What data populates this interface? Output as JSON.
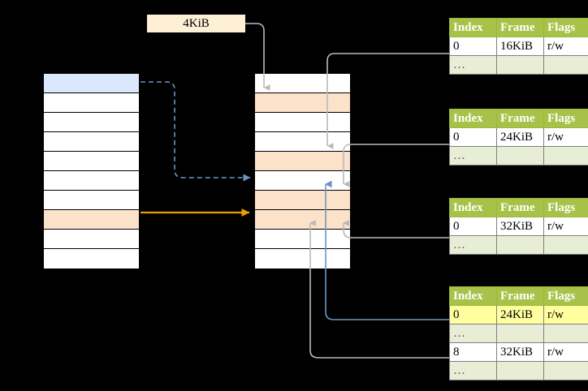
{
  "diagram": {
    "title": "multi-level page table walk",
    "size_label": {
      "text": "4KiB"
    }
  },
  "colors": {
    "header_green": "#a8c249",
    "alt_row": "#e8eed6",
    "highlight_yellow": "#ffff9e",
    "peach_row": "#fde2ca",
    "blue_row": "#dbe8fb",
    "orange_arrow": "#e8a000",
    "blue_arrow": "#5b83b8",
    "gray_arrow": "#b3b3b3"
  },
  "left_table": {
    "name": "page-directory",
    "rows": [
      {
        "label": "",
        "fill": "blue"
      },
      {
        "label": "",
        "fill": "white"
      },
      {
        "label": "",
        "fill": "white"
      },
      {
        "label": "",
        "fill": "white"
      },
      {
        "label": "",
        "fill": "white"
      },
      {
        "label": "",
        "fill": "white"
      },
      {
        "label": "",
        "fill": "white"
      },
      {
        "label": "",
        "fill": "peach"
      },
      {
        "label": "",
        "fill": "white"
      },
      {
        "label": "",
        "fill": "white"
      }
    ]
  },
  "middle_table": {
    "name": "physical-memory",
    "rows": [
      {
        "label": "",
        "fill": "white"
      },
      {
        "label": "",
        "fill": "peach"
      },
      {
        "label": "",
        "fill": "white"
      },
      {
        "label": "",
        "fill": "white"
      },
      {
        "label": "",
        "fill": "peach"
      },
      {
        "label": "",
        "fill": "white"
      },
      {
        "label": "",
        "fill": "peach"
      },
      {
        "label": "",
        "fill": "peach"
      },
      {
        "label": "",
        "fill": "white"
      },
      {
        "label": "",
        "fill": "white"
      }
    ]
  },
  "page_tables": [
    {
      "name": "page-table-1",
      "headers": [
        "Index",
        "Frame",
        "Flags"
      ],
      "rows": [
        {
          "cells": [
            "0",
            "16KiB",
            "r/w"
          ],
          "alt": false,
          "highlight": []
        },
        {
          "cells": [
            "…",
            "",
            ""
          ],
          "alt": true,
          "highlight": []
        }
      ]
    },
    {
      "name": "page-table-2",
      "headers": [
        "Index",
        "Frame",
        "Flags"
      ],
      "rows": [
        {
          "cells": [
            "0",
            "24KiB",
            "r/w"
          ],
          "alt": false,
          "highlight": []
        },
        {
          "cells": [
            "…",
            "",
            ""
          ],
          "alt": true,
          "highlight": []
        }
      ]
    },
    {
      "name": "page-table-3",
      "headers": [
        "Index",
        "Frame",
        "Flags"
      ],
      "rows": [
        {
          "cells": [
            "0",
            "32KiB",
            "r/w"
          ],
          "alt": false,
          "highlight": []
        },
        {
          "cells": [
            "…",
            "",
            ""
          ],
          "alt": true,
          "highlight": []
        }
      ]
    },
    {
      "name": "page-table-4",
      "headers": [
        "Index",
        "Frame",
        "Flags"
      ],
      "rows": [
        {
          "cells": [
            "0",
            "24KiB",
            "r/w"
          ],
          "alt": false,
          "highlight": [
            0,
            1,
            2
          ]
        },
        {
          "cells": [
            "…",
            "",
            ""
          ],
          "alt": true,
          "highlight": []
        },
        {
          "cells": [
            "8",
            "32KiB",
            "r/w"
          ],
          "alt": false,
          "highlight": []
        },
        {
          "cells": [
            "…",
            "",
            ""
          ],
          "alt": true,
          "highlight": []
        }
      ]
    }
  ]
}
